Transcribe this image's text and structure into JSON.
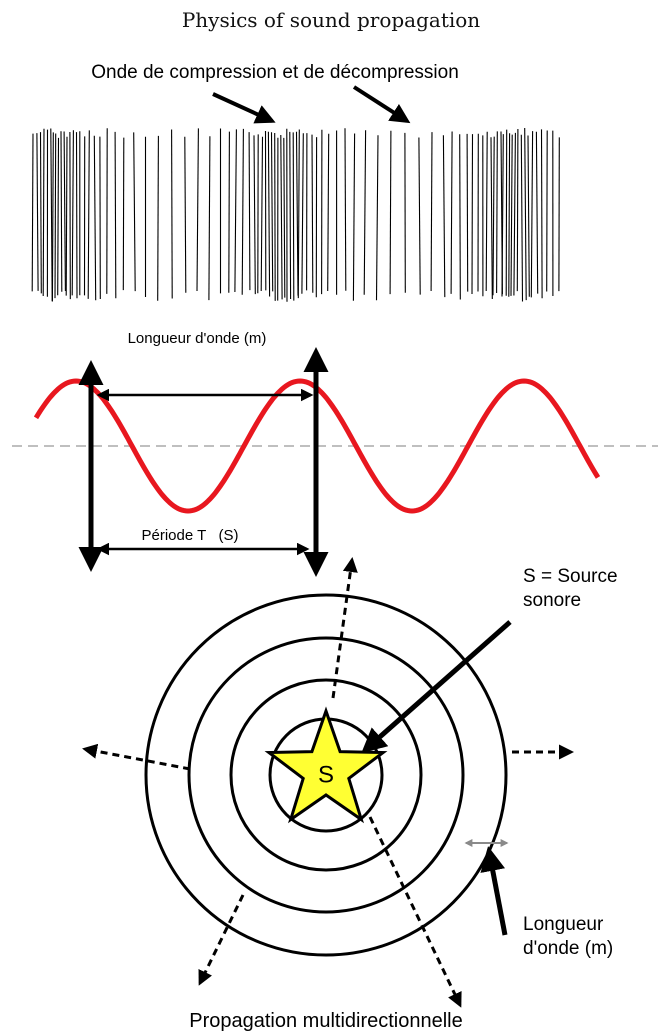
{
  "title": "Physics of sound propagation",
  "compression": {
    "label": "Onde de compression et de décompression"
  },
  "sine_wave": {
    "wavelength_label": "Longueur d'onde (m)",
    "period_label": "Période T   (S)",
    "colors": {
      "wave": "#e8171f",
      "axis": "#bfbfbf"
    }
  },
  "source_diagram": {
    "source_label_line1": "S = Source",
    "source_label_line2": "sonore",
    "star_letter": "S",
    "wavelength_line1": "Longueur",
    "wavelength_line2": "d'onde (m)",
    "propagation_label": "Propagation multidirectionnelle",
    "colors": {
      "star_fill": "#ffff33",
      "ring": "#000000",
      "wavelength_marker": "#8a8a8a"
    }
  }
}
